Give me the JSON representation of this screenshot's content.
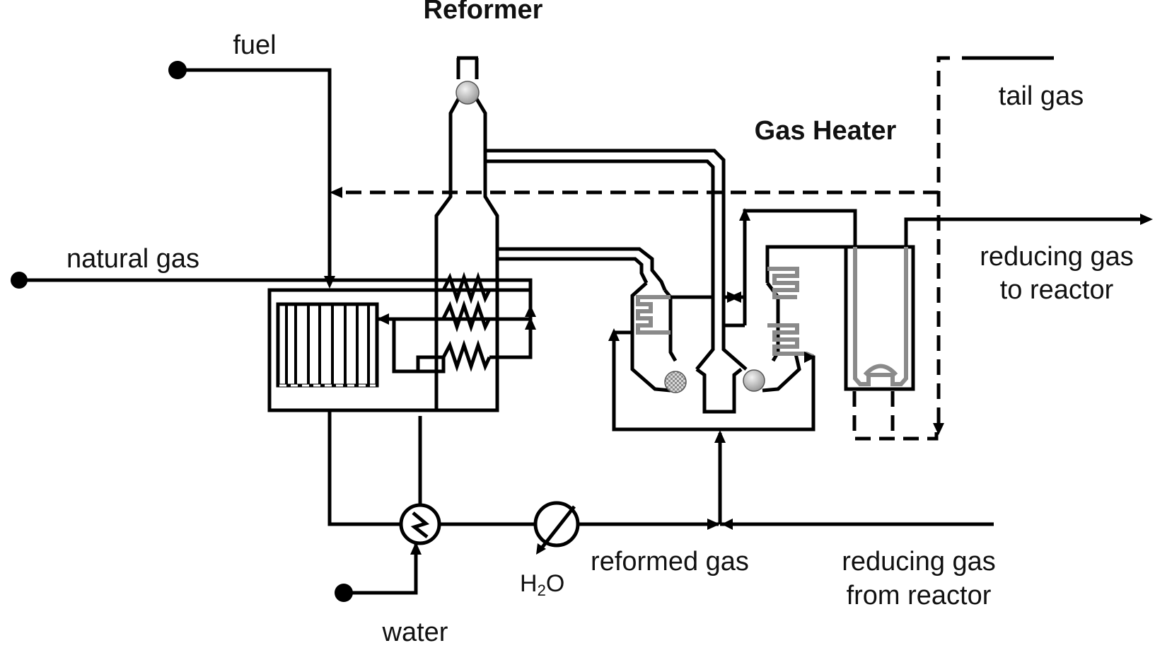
{
  "labels": {
    "reformer": "Reformer",
    "fuel": "fuel",
    "natural_gas": "natural gas",
    "gas_heater": "Gas Heater",
    "tail_gas": "tail gas",
    "reducing_gas_to_reactor_1": "reducing gas",
    "reducing_gas_to_reactor_2": "to reactor",
    "reformed_gas": "reformed gas",
    "reducing_gas_from_reactor_1": "reducing gas",
    "reducing_gas_from_reactor_2": "from reactor",
    "water": "water",
    "h2o_h": "H",
    "h2o_sub": "2",
    "h2o_o": "O"
  },
  "colors": {
    "line": "#000000",
    "coil_grey": "#8a8a8a",
    "burner_grey": "#b9b9b9"
  }
}
